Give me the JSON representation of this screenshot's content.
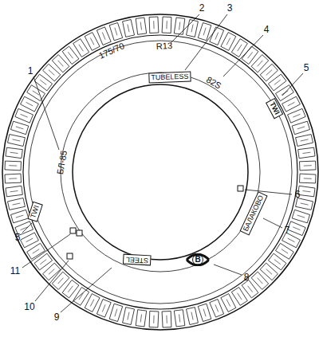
{
  "diagram": {
    "nodes": [
      {
        "text": [
          "TUBELESS"
        ]
      },
      {
        "text": [
          "TWI"
        ]
      },
      {
        "text": [
          "БАЛАКОВО"
        ]
      },
      {
        "text": [
          "B"
        ]
      },
      {
        "text": [
          "STEEL"
        ]
      },
      {
        "text": [
          "TWI"
        ]
      }
    ],
    "labels": [
      "175/70",
      "R13",
      "82S",
      "БЛ-85",
      "1",
      "2",
      "3",
      "4",
      "5",
      "6",
      "7",
      "8",
      "9",
      "10",
      "11",
      "5"
    ]
  }
}
